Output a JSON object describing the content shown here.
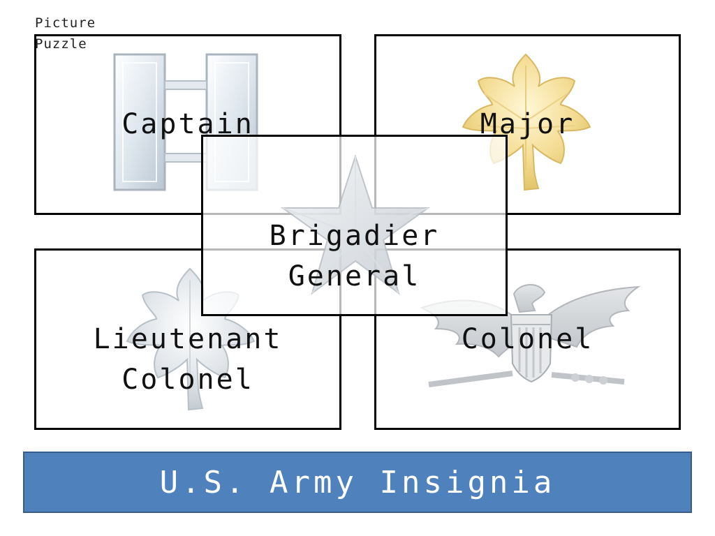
{
  "corner_label": "Picture Puzzle",
  "cards": {
    "captain": {
      "label": "Captain",
      "icon": "captain-bars-icon"
    },
    "major": {
      "label": "Major",
      "icon": "gold-oak-leaf-icon"
    },
    "lieutenant_colonel": {
      "label": "Lieutenant\nColonel",
      "icon": "silver-oak-leaf-icon"
    },
    "colonel": {
      "label": "Colonel",
      "icon": "eagle-icon"
    },
    "brigadier_general": {
      "label": "Brigadier\nGeneral",
      "icon": "silver-star-icon"
    }
  },
  "banner": {
    "title": "U.S. Army Insignia"
  },
  "colors": {
    "banner": "#4f81bd",
    "border": "#000000",
    "silver": "#c9d3dc",
    "gold": "#f2d88a"
  }
}
